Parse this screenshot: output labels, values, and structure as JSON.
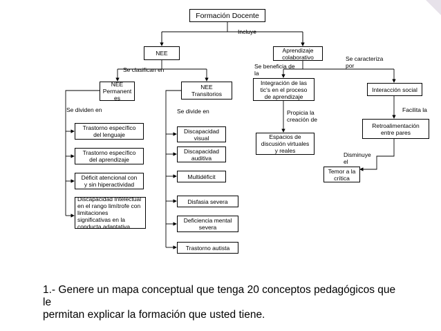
{
  "concepts": {
    "formacion": "Formación Docente",
    "nee": "NEE",
    "aprendizaje_colaborativo": "Aprendizaje\ncolaborativo",
    "nee_permanentes": "NEE\nPermanent\nes",
    "nee_transitorios": "NEE\nTransitorios",
    "tics": "Integración de las\ntic's en el proceso\nde aprendizaje",
    "interaccion_social": "Interacción social",
    "espacios": "Espacios de\ndiscusión virtuales\ny reales",
    "retroalimentacion": "Retroalimentación\nentre pares",
    "temor": "Temor a la\ncrítica",
    "perm_1": "Trastorno específico\ndel lenguaje",
    "perm_2": "Trastorno específico\ndel aprendizaje",
    "perm_3": "Déficit atencional con\ny sin hiperactividad",
    "perm_4": "Discapacidad Intelectual\nen el rango limítrofe con\nlimitaciones\nsignificativas en la\nconducta adaptativa",
    "trans_1": "Discapacidad\nvisual",
    "trans_2": "Discapacidad\nauditiva",
    "trans_3": "Multidéficit",
    "trans_4": "Disfasia severa",
    "trans_5": "Deficiencia mental\nsevera",
    "trans_6": "Trastorno autista"
  },
  "links": {
    "incluye": "Incluye",
    "se_clasifican_en": "Se clasifican en",
    "se_beneficia_de": "Se beneficia de\nla",
    "se_caracteriza_por": "Se caracteriza\npor",
    "se_dividen_en": "Se dividen en",
    "se_divide_en": "Se divide en",
    "propicia": "Propicia la\ncreación de",
    "facilita": "Facilita la",
    "disminuye": "Disminuye\nel"
  },
  "task_text": "1.- Genere un mapa conceptual que tenga 20 conceptos pedagógicos que\nle\npermitan explicar la formación que usted tiene.",
  "colors": {
    "line": "#000000",
    "box_border": "#000000",
    "corner": "#e7e2ea"
  }
}
